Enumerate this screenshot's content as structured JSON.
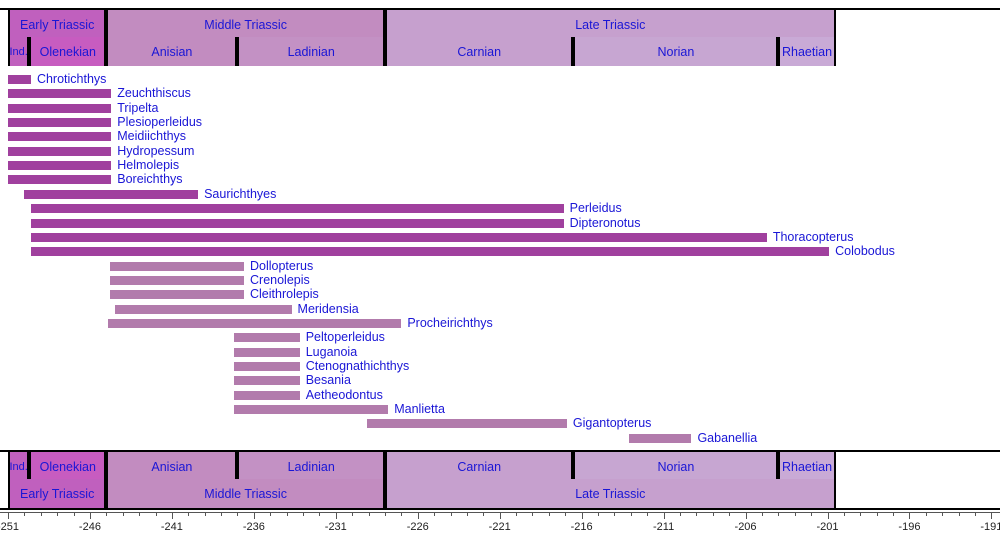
{
  "chart_data": {
    "type": "bar",
    "chart_kind": "stratigraphic-range-chart",
    "title": "",
    "xlabel": "",
    "ylabel": "",
    "xlim": [
      -251.0,
      -189.7
    ],
    "axis": {
      "orientation": "horizontal",
      "ticks": [
        -251,
        -246,
        -241,
        -236,
        -231,
        -226,
        -221,
        -216,
        -211,
        -206,
        -201,
        -196,
        -191
      ],
      "tick_labels": [
        "-251",
        "-246",
        "-241",
        "-236",
        "-231",
        "-226",
        "-221",
        "-216",
        "-211",
        "-206",
        "-201",
        "-196",
        "-191"
      ],
      "minor_tick_interval": 1,
      "grid": false,
      "units": "Ma"
    },
    "epochs": [
      {
        "label": "Early Triassic",
        "start": -251.0,
        "end": -245.0,
        "color": "#C060BE"
      },
      {
        "label": "Middle Triassic",
        "start": -245.0,
        "end": -228.0,
        "color": "#C28CC0"
      },
      {
        "label": "Late Triassic",
        "start": -228.0,
        "end": -200.5,
        "color": "#C6A0CE"
      }
    ],
    "stages": [
      {
        "label": "Ind.",
        "full_name": "Induan",
        "start": -251.0,
        "end": -249.7,
        "color": "#C060BE"
      },
      {
        "label": "Olenekian",
        "full_name": "Olenekian",
        "start": -249.7,
        "end": -245.0,
        "color": "#C75CC0"
      },
      {
        "label": "Anisian",
        "full_name": "Anisian",
        "start": -245.0,
        "end": -237.0,
        "color": "#C28CC0"
      },
      {
        "label": "Ladinian",
        "full_name": "Ladinian",
        "start": -237.0,
        "end": -228.0,
        "color": "#C391C4"
      },
      {
        "label": "Carnian",
        "full_name": "Carnian",
        "start": -228.0,
        "end": -216.5,
        "color": "#C6A0CE"
      },
      {
        "label": "Norian",
        "full_name": "Norian",
        "start": -216.5,
        "end": -204.0,
        "color": "#C7A6D2"
      },
      {
        "label": "Rhaetian",
        "full_name": "Rhaetian",
        "start": -204.0,
        "end": -200.5,
        "color": "#C9AAD6"
      }
    ],
    "bar_colors": {
      "dark": "#A0409E",
      "light": "#B27BAC"
    },
    "taxa": [
      {
        "name": "Chrotichthys",
        "start": -251.0,
        "end": -249.6,
        "color": "dark",
        "label_side": "right"
      },
      {
        "name": "Zeuchthiscus",
        "start": -251.0,
        "end": -244.7,
        "color": "dark",
        "label_side": "right"
      },
      {
        "name": "Tripelta",
        "start": -251.0,
        "end": -244.7,
        "color": "dark",
        "label_side": "right"
      },
      {
        "name": "Plesioperleidus",
        "start": -251.0,
        "end": -244.7,
        "color": "dark",
        "label_side": "right"
      },
      {
        "name": "Meidiichthys",
        "start": -251.0,
        "end": -244.7,
        "color": "dark",
        "label_side": "right"
      },
      {
        "name": "Hydropessum",
        "start": -251.0,
        "end": -244.7,
        "color": "dark",
        "label_side": "right"
      },
      {
        "name": "Helmolepis",
        "start": -251.0,
        "end": -244.7,
        "color": "dark",
        "label_side": "right"
      },
      {
        "name": "Boreichthys",
        "start": -251.0,
        "end": -244.7,
        "color": "dark",
        "label_side": "right"
      },
      {
        "name": "Saurichthyes",
        "start": -250.0,
        "end": -239.4,
        "color": "dark",
        "label_side": "right"
      },
      {
        "name": "Perleidus",
        "start": -249.6,
        "end": -217.1,
        "color": "dark",
        "label_side": "right"
      },
      {
        "name": "Dipteronotus",
        "start": -249.6,
        "end": -217.1,
        "color": "dark",
        "label_side": "right"
      },
      {
        "name": "Thoracopterus",
        "start": -249.6,
        "end": -204.7,
        "color": "dark",
        "label_side": "right"
      },
      {
        "name": "Colobodus",
        "start": -249.6,
        "end": -200.9,
        "color": "dark",
        "label_side": "right"
      },
      {
        "name": "Dollopterus",
        "start": -244.8,
        "end": -236.6,
        "color": "light",
        "label_side": "right"
      },
      {
        "name": "Crenolepis",
        "start": -244.8,
        "end": -236.6,
        "color": "light",
        "label_side": "right"
      },
      {
        "name": "Cleithrolepis",
        "start": -244.8,
        "end": -236.6,
        "color": "light",
        "label_side": "right"
      },
      {
        "name": "Meridensia",
        "start": -244.5,
        "end": -233.7,
        "color": "light",
        "label_side": "right"
      },
      {
        "name": "Procheirichthys",
        "start": -244.9,
        "end": -227.0,
        "color": "light",
        "label_side": "right"
      },
      {
        "name": "Peltoperleidus",
        "start": -237.2,
        "end": -233.2,
        "color": "light",
        "label_side": "right"
      },
      {
        "name": "Luganoia",
        "start": -237.2,
        "end": -233.2,
        "color": "light",
        "label_side": "right"
      },
      {
        "name": "Ctenognathichthys",
        "start": -237.2,
        "end": -233.2,
        "color": "light",
        "label_side": "right"
      },
      {
        "name": "Besania",
        "start": -237.2,
        "end": -233.2,
        "color": "light",
        "label_side": "right"
      },
      {
        "name": "Aetheodontus",
        "start": -237.2,
        "end": -233.2,
        "color": "light",
        "label_side": "right"
      },
      {
        "name": "Manlietta",
        "start": -237.2,
        "end": -227.8,
        "color": "light",
        "label_side": "right"
      },
      {
        "name": "Gigantopterus",
        "start": -229.1,
        "end": -216.9,
        "color": "light",
        "label_side": "right"
      },
      {
        "name": "Gabanellia",
        "start": -213.1,
        "end": -209.3,
        "color": "light",
        "label_side": "right"
      }
    ]
  }
}
